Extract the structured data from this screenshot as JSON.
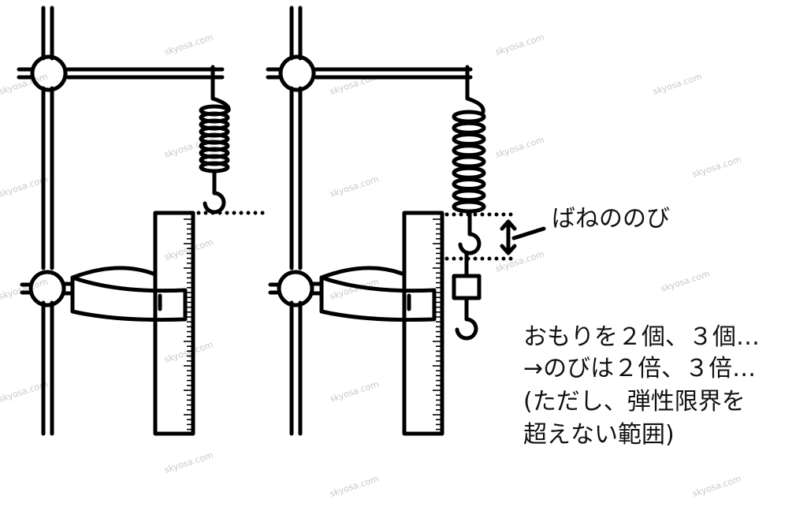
{
  "labels": {
    "spring_extension": "ばねののび",
    "notes": [
      "おもりを２個、３個…",
      "→のびは２倍、３倍…",
      "(ただし、弾性限界を",
      "超えない範囲)"
    ]
  },
  "watermark": "skyosa.com"
}
